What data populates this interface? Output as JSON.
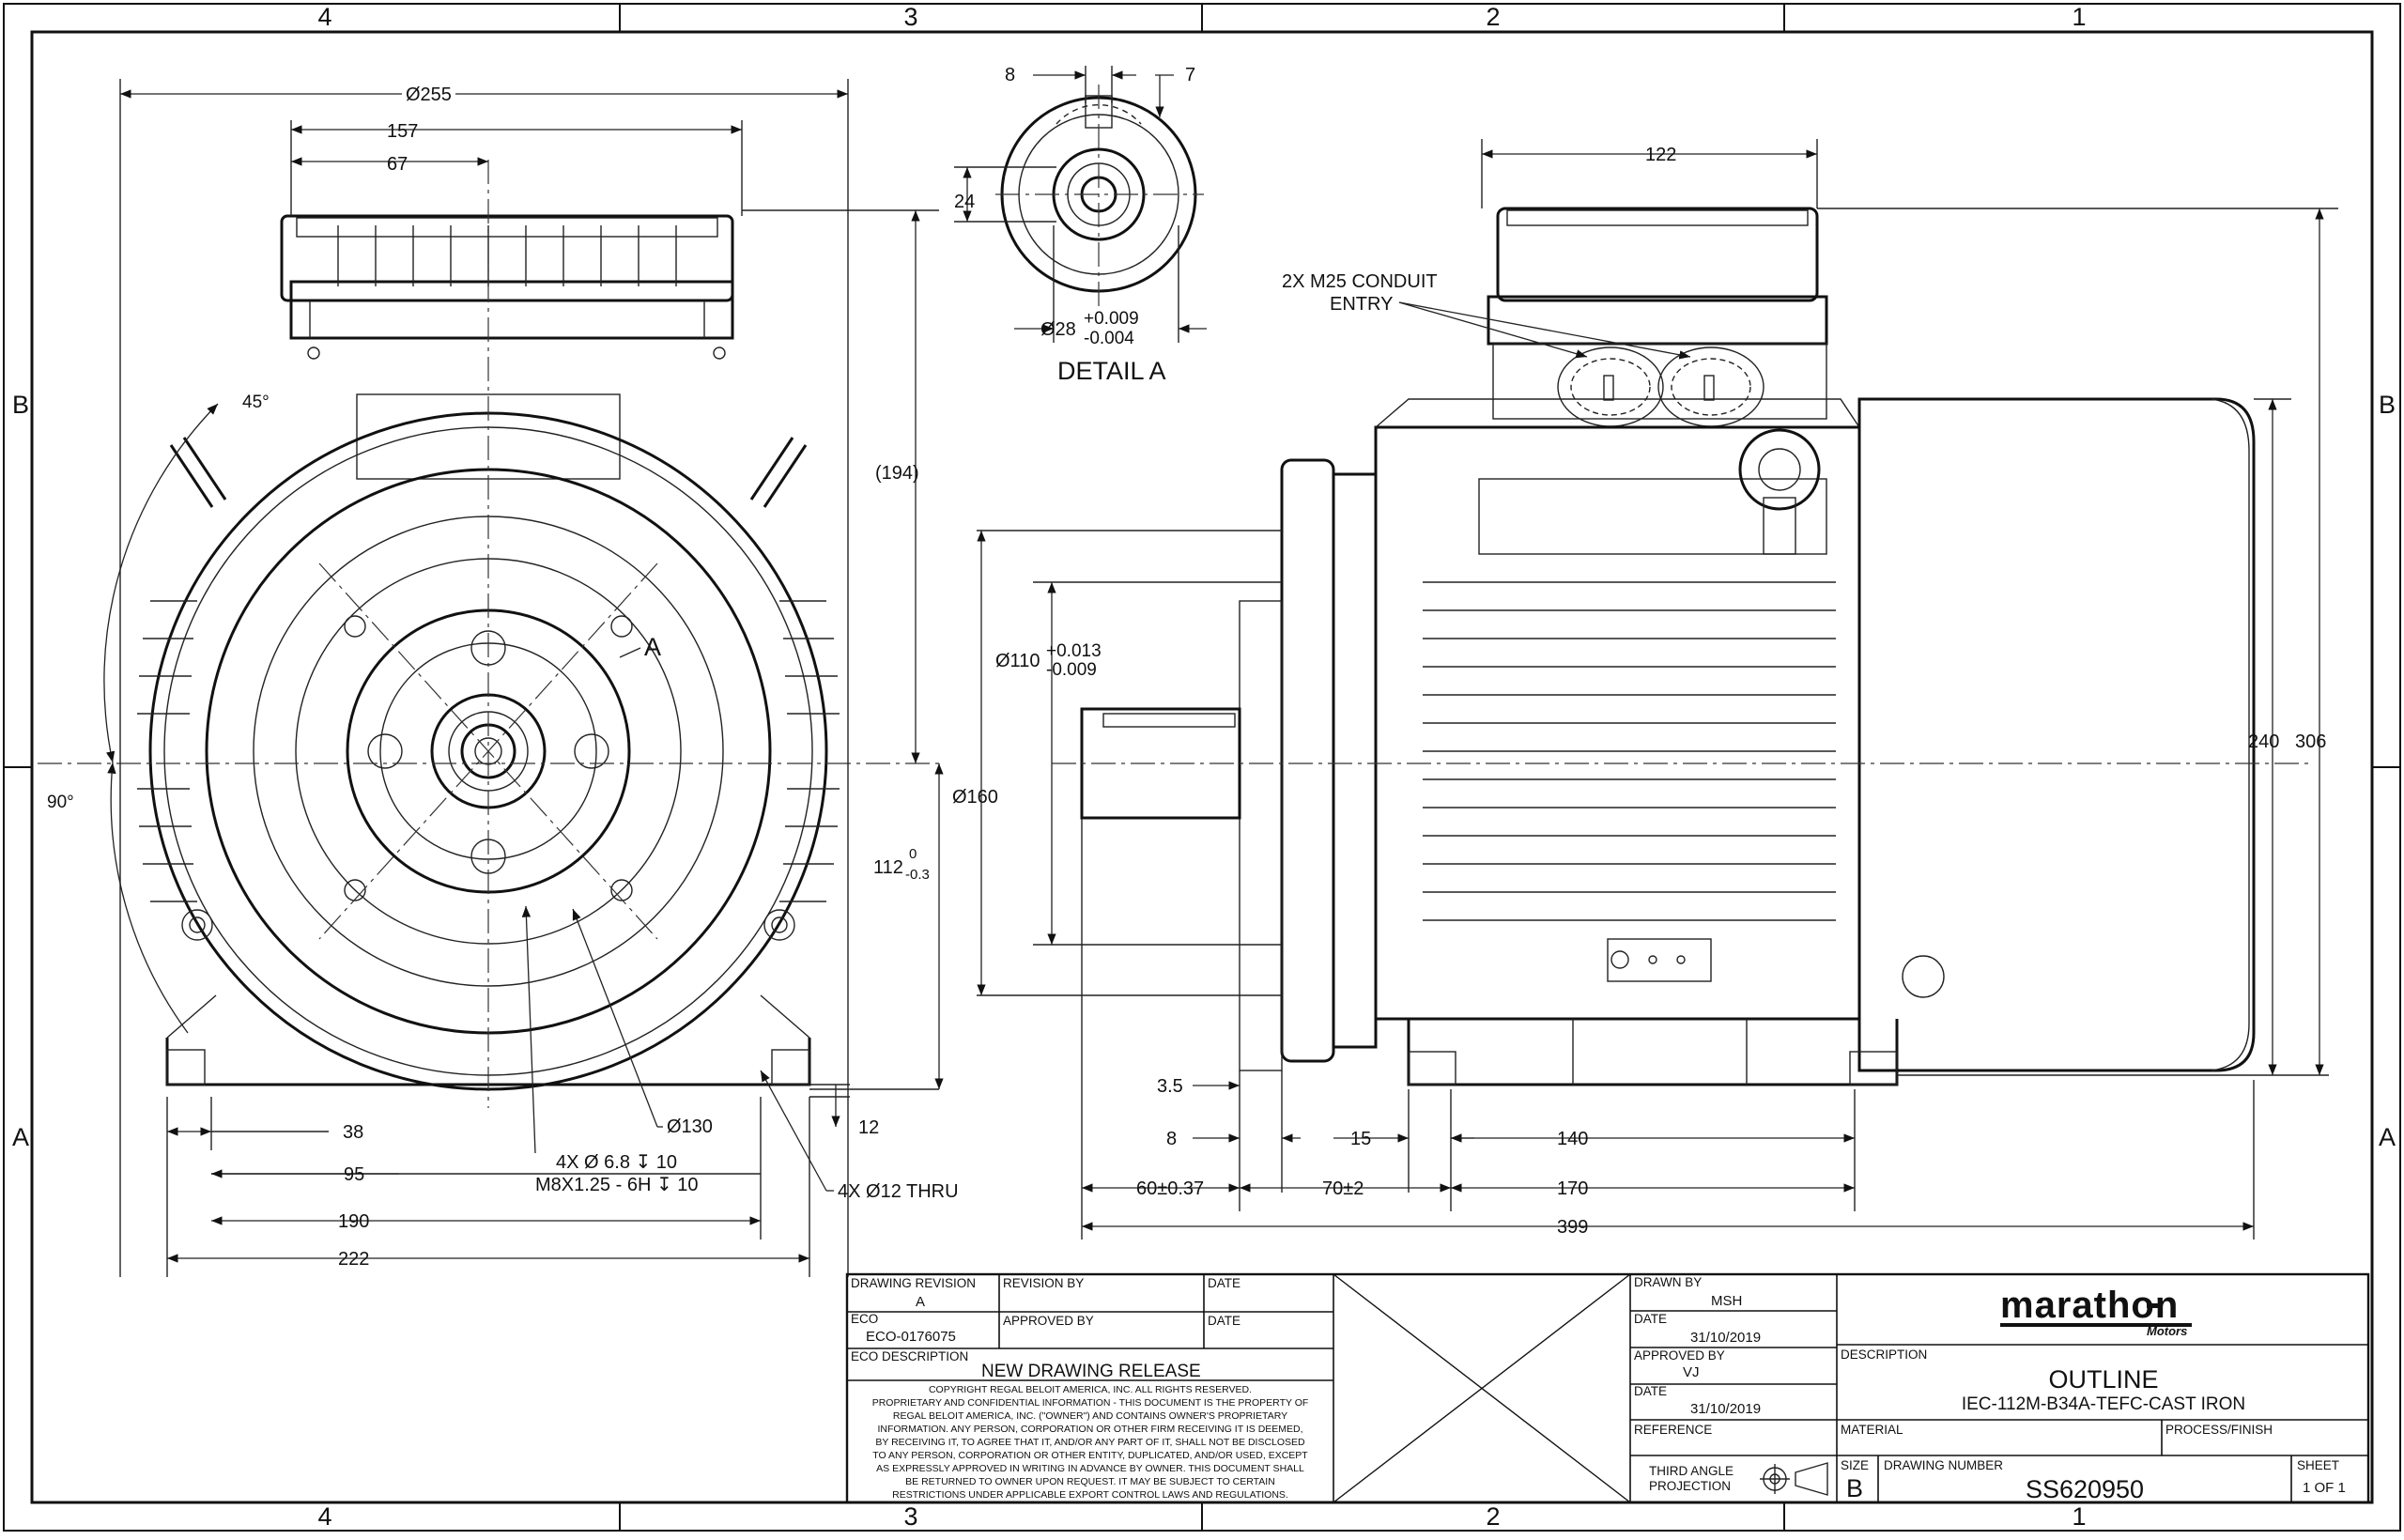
{
  "zones": {
    "columns": [
      "4",
      "3",
      "2",
      "1"
    ],
    "rows": [
      "B",
      "A"
    ]
  },
  "front_view": {
    "dims": {
      "d255": "Ø255",
      "d157": "157",
      "d67": "67",
      "d194": "(194)",
      "angle45": "45°",
      "angle90": "90°",
      "a_mark": "A",
      "h112": "112",
      "h112_tol_upper": "0",
      "h112_tol_lower": "-0.3",
      "d130": "Ø130",
      "d38": "38",
      "d95": "95",
      "d190": "190",
      "d222": "222",
      "d12": "12",
      "holes_line1": "4X Ø 6.8 ↧ 10",
      "holes_line2": "M8X1.25 - 6H ↧ 10",
      "thru": "4X Ø12 THRU"
    }
  },
  "detail_a": {
    "title": "DETAIL A",
    "dims": {
      "key_w": "8",
      "key_d": "7",
      "height": "24",
      "dia": "Ø28",
      "tol_upper": "+0.009",
      "tol_lower": "-0.004"
    }
  },
  "side_view": {
    "conduit_line1": "2X M25 CONDUIT",
    "conduit_line2": "ENTRY",
    "dims": {
      "d122": "122",
      "d110": "Ø110",
      "d110_tol_upper": "+0.013",
      "d110_tol_lower": "-0.009",
      "d160": "Ø160",
      "d240": "240",
      "d306": "306",
      "d3_5": "3.5",
      "d8": "8",
      "d15": "15",
      "d140": "140",
      "d60": "60±0.37",
      "d70": "70±2",
      "d170": "170",
      "d399": "399"
    }
  },
  "title_block": {
    "drawing_revision_label": "DRAWING REVISION",
    "drawing_revision": "A",
    "revision_by_label": "REVISION BY",
    "date_label": "DATE",
    "eco_label": "ECO",
    "eco": "ECO-0176075",
    "approved_by_label": "APPROVED BY",
    "eco_description_label": "ECO DESCRIPTION",
    "eco_description": "NEW DRAWING RELEASE",
    "copyright": [
      "COPYRIGHT REGAL BELOIT AMERICA, INC. ALL RIGHTS RESERVED.",
      "PROPRIETARY AND CONFIDENTIAL INFORMATION - THIS DOCUMENT IS THE PROPERTY OF",
      "REGAL BELOIT AMERICA, INC. (\"OWNER\") AND CONTAINS OWNER'S PROPRIETARY",
      "INFORMATION. ANY PERSON, CORPORATION OR OTHER FIRM RECEIVING IT IS DEEMED,",
      "BY RECEIVING IT, TO AGREE THAT IT, AND/OR ANY PART OF IT, SHALL NOT BE DISCLOSED",
      "TO ANY PERSON, CORPORATION OR OTHER ENTITY, DUPLICATED, AND/OR USED, EXCEPT",
      "AS EXPRESSLY APPROVED IN WRITING IN ADVANCE BY OWNER. THIS DOCUMENT SHALL",
      "BE RETURNED TO OWNER UPON REQUEST. IT MAY BE SUBJECT TO CERTAIN",
      "RESTRICTIONS UNDER APPLICABLE EXPORT CONTROL LAWS AND REGULATIONS."
    ],
    "drawn_by_label": "DRAWN BY",
    "drawn_by": "MSH",
    "drawn_date": "31/10/2019",
    "approved_by_label2": "APPROVED BY",
    "approved_by": "VJ",
    "approved_date": "31/10/2019",
    "reference_label": "REFERENCE",
    "projection_line1": "THIRD ANGLE",
    "projection_line2": "PROJECTION",
    "brand": "marathon",
    "brand_sub": "Motors",
    "description_label": "DESCRIPTION",
    "description_title": "OUTLINE",
    "description_sub": "IEC-112M-B34A-TEFC-CAST IRON",
    "material_label": "MATERIAL",
    "process_label": "PROCESS/FINISH",
    "size_label": "SIZE",
    "size": "B",
    "drawing_number_label": "DRAWING NUMBER",
    "drawing_number": "SS620950",
    "sheet_label": "SHEET",
    "sheet": "1 OF 1"
  }
}
